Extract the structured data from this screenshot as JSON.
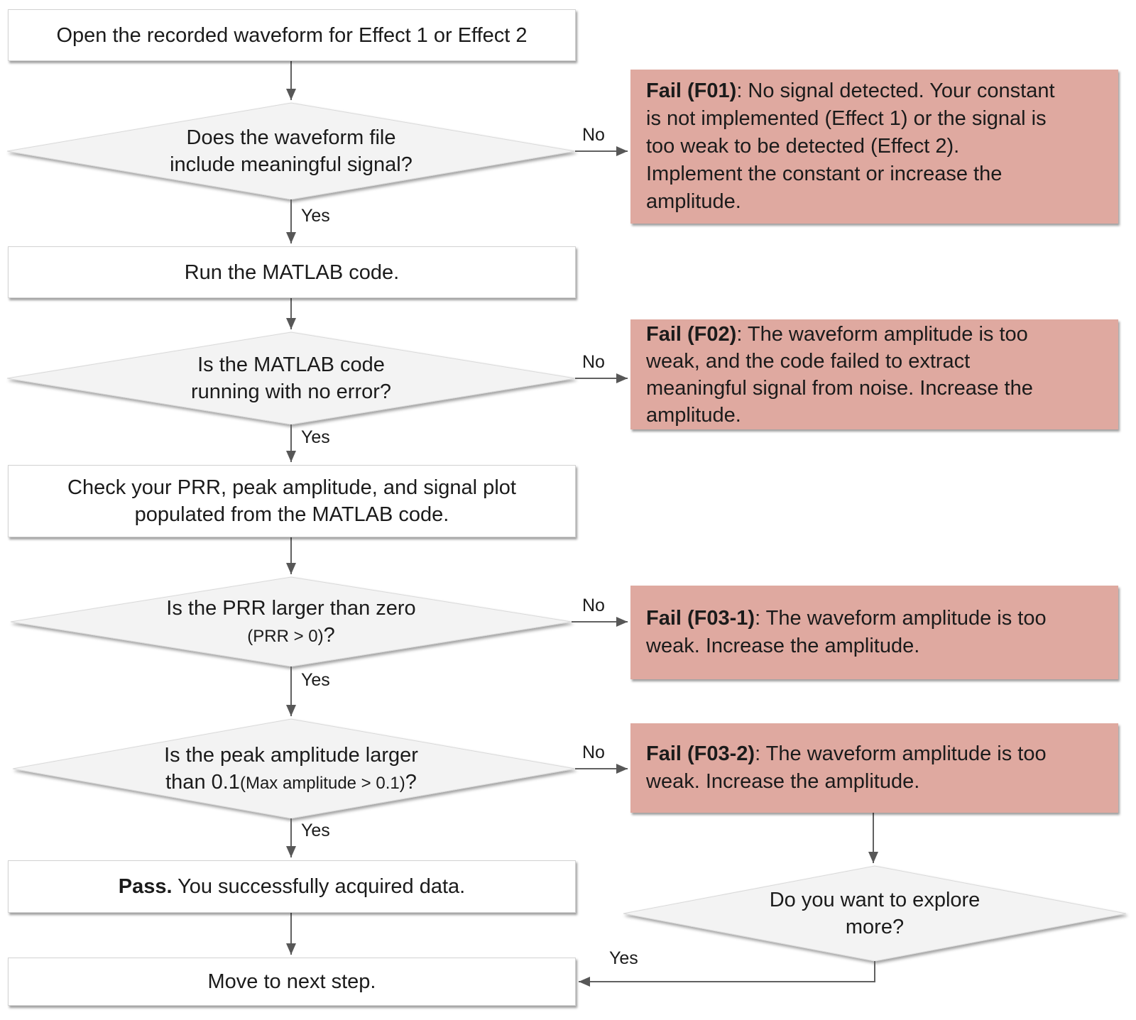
{
  "labels": {
    "yes": "Yes",
    "no": "No"
  },
  "colors": {
    "fail_box_bg": "#dfa9a0",
    "diamond_bg": "#f3f3f3",
    "rect_bg": "#ffffff",
    "arrow": "#575757",
    "text": "#1b1b1b"
  },
  "nodes": {
    "start": {
      "text": "Open the recorded waveform for Effect 1 or Effect 2"
    },
    "signal_check": {
      "text": "Does the waveform file\ninclude meaningful signal?"
    },
    "fail_f01": {
      "title": "Fail (F01)",
      "body": ": No signal detected. Your constant\nis not implemented (Effect 1) or the signal is\ntoo weak to be detected (Effect 2).\nImplement the constant or increase the\namplitude."
    },
    "run_code": {
      "text": "Run the MATLAB code."
    },
    "error_check": {
      "text": "Is the MATLAB code\nrunning with no error?"
    },
    "fail_f02": {
      "title": "Fail (F02)",
      "body": ": The waveform amplitude is too\nweak, and the code failed to extract\nmeaningful signal from noise. Increase the\namplitude."
    },
    "check_outputs": {
      "text": "Check your PRR, peak amplitude, and signal plot\npopulated from the MATLAB code."
    },
    "prr_check": {
      "line1": "Is the PRR  larger than zero",
      "condition": "(PRR > 0)",
      "suffix": "?"
    },
    "fail_f03_1": {
      "title": "Fail (F03-1)",
      "body": ": The waveform amplitude is too\nweak. Increase the amplitude."
    },
    "amplitude_check": {
      "line1": "Is the peak amplitude larger",
      "line2_prefix": "than 0.1",
      "condition": "(Max amplitude > 0.1)",
      "suffix": "?"
    },
    "fail_f03_2": {
      "title": "Fail (F03-2)",
      "body": ": The waveform amplitude is too\nweak. Increase the amplitude."
    },
    "pass": {
      "title": "Pass.",
      "body": " You successfully acquired data."
    },
    "move_next": {
      "text": "Move to next step."
    },
    "explore_check": {
      "text": "Do you want to explore\nmore?"
    }
  }
}
